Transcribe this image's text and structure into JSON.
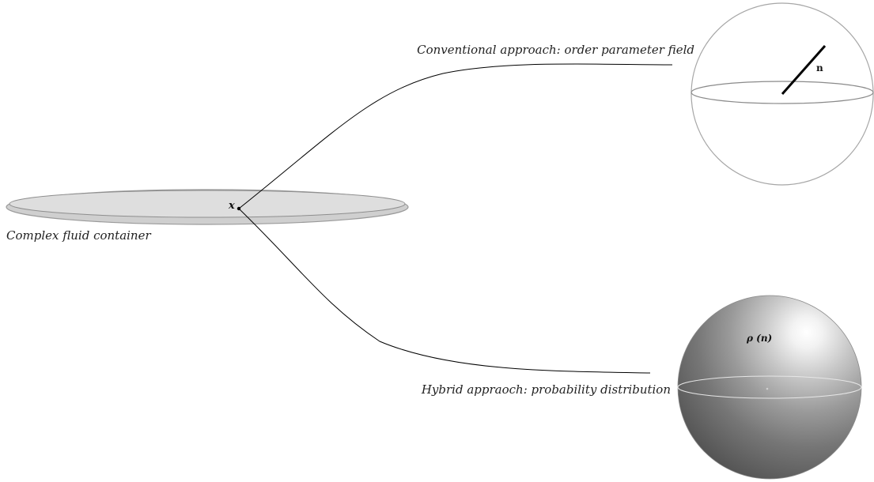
{
  "labels": {
    "container": "Complex fluid container",
    "point": "x",
    "conventional": "Conventional approach: order parameter field",
    "director": "n",
    "hybrid": "Hybrid appraoch: probability distribution",
    "distribution": "ρ (n)"
  },
  "colors": {
    "line": "#000000",
    "outline": "#999999",
    "disk_fill": "#dcdcdc",
    "sphere_shade_dark": "#5a5a5a",
    "sphere_shade_light": "#ffffff"
  }
}
